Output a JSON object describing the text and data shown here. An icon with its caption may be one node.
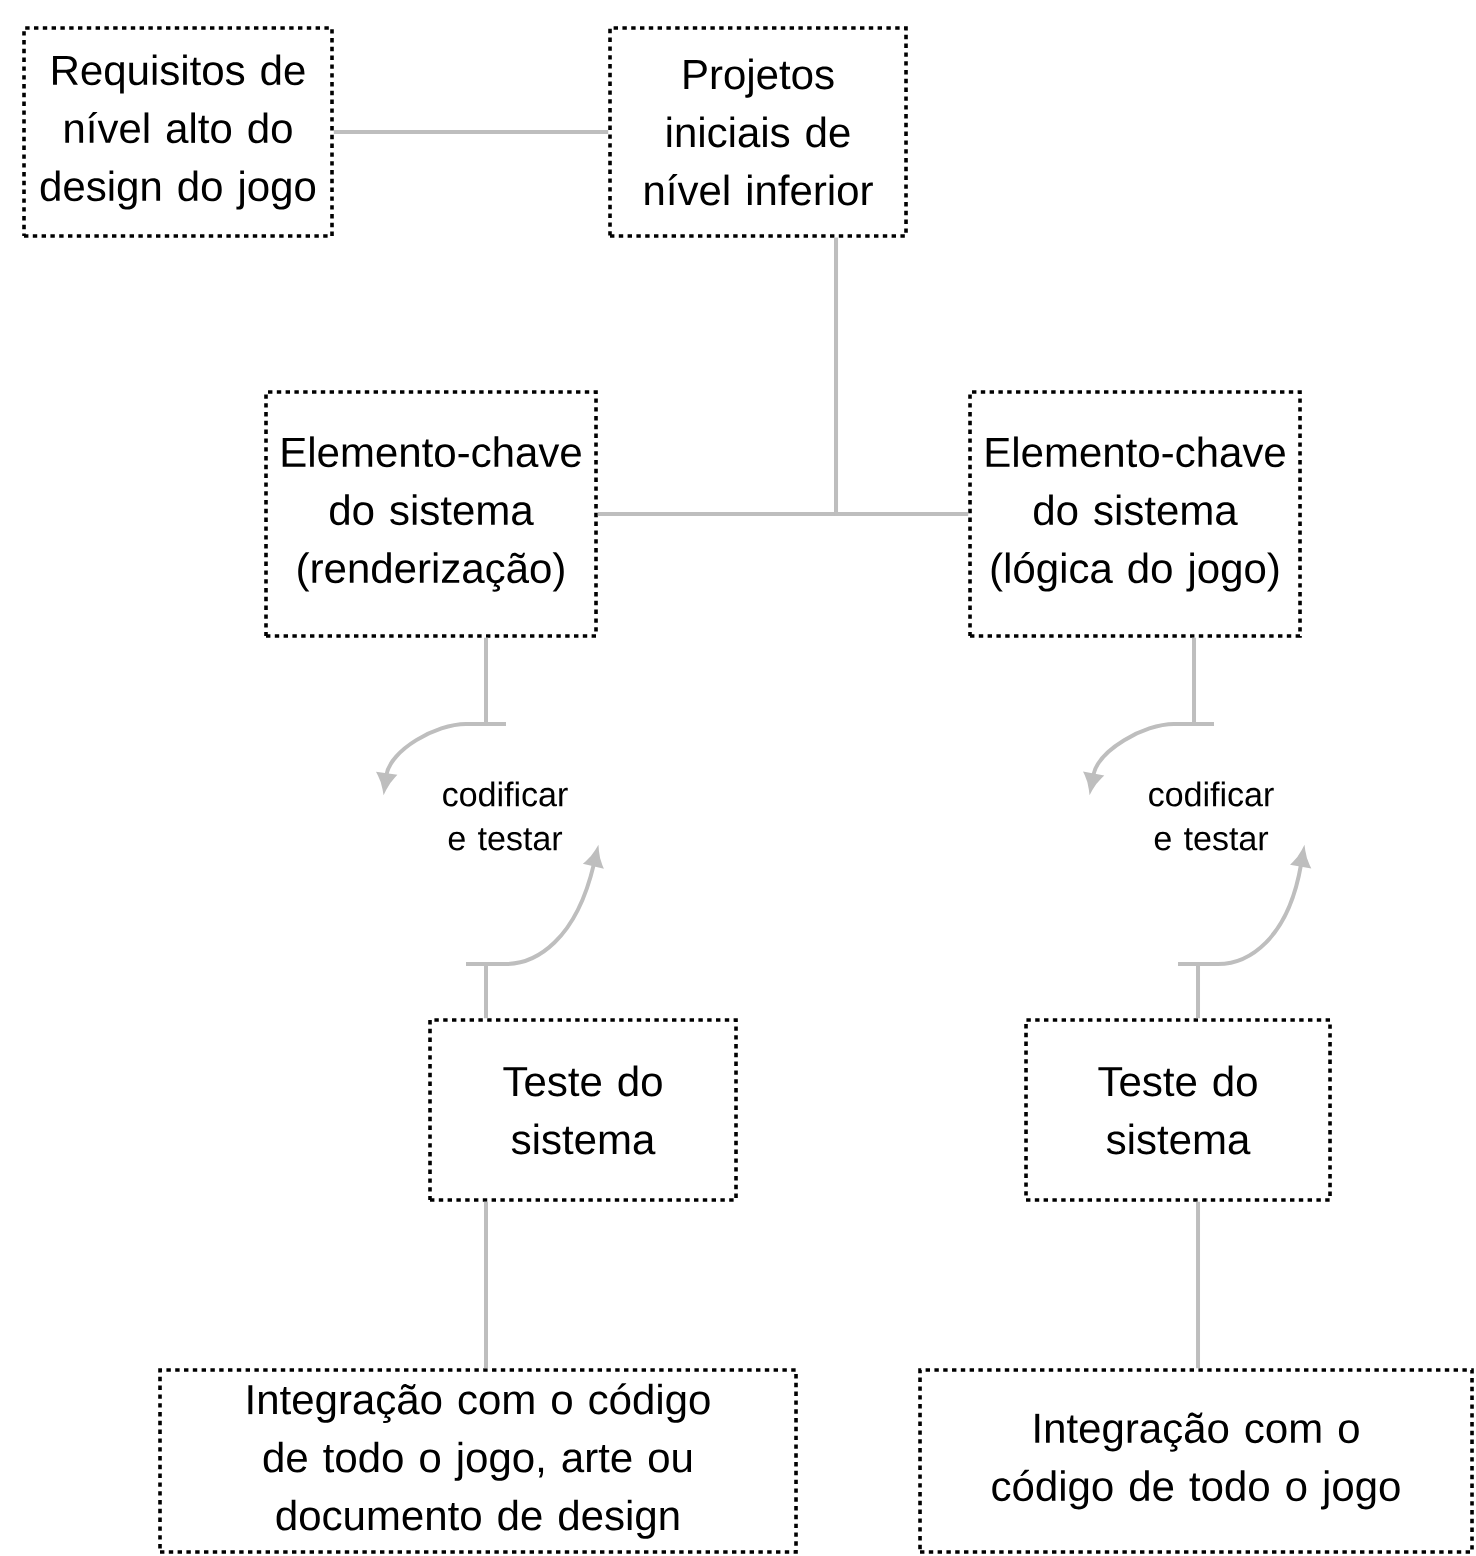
{
  "diagram": {
    "nodes": [
      {
        "text": [
          "Requisitos de nível alto do design do jogo"
        ]
      },
      {
        "text": [
          "Projetos iniciais de nível inferior"
        ]
      },
      {
        "text": [
          "Elemento-chave do sistema (renderização)"
        ]
      },
      {
        "text": [
          "Elemento-chave do sistema (lógica do jogo)"
        ]
      },
      {
        "text": [
          "codificar e testar"
        ]
      },
      {
        "text": [
          "codificar e testar"
        ]
      },
      {
        "text": [
          "Teste do sistema"
        ]
      },
      {
        "text": [
          "Teste do sistema"
        ]
      },
      {
        "text": [
          "Integração com o código de todo o jogo, arte ou documento de design"
        ]
      },
      {
        "text": [
          "Integração com o código de todo o jogo"
        ]
      }
    ],
    "edges": [
      {
        "from": 0,
        "to": 1,
        "arrow": "none"
      },
      {
        "from": 1,
        "to": 2,
        "arrow": "none"
      },
      {
        "from": 1,
        "to": 3,
        "arrow": "none"
      },
      {
        "from": 2,
        "to": 4,
        "arrow": "to"
      },
      {
        "from": 6,
        "to": 4,
        "arrow": "to"
      },
      {
        "from": 3,
        "to": 5,
        "arrow": "to"
      },
      {
        "from": 7,
        "to": 5,
        "arrow": "to"
      },
      {
        "from": 6,
        "to": 8,
        "arrow": "none"
      },
      {
        "from": 7,
        "to": 9,
        "arrow": "none"
      }
    ]
  }
}
